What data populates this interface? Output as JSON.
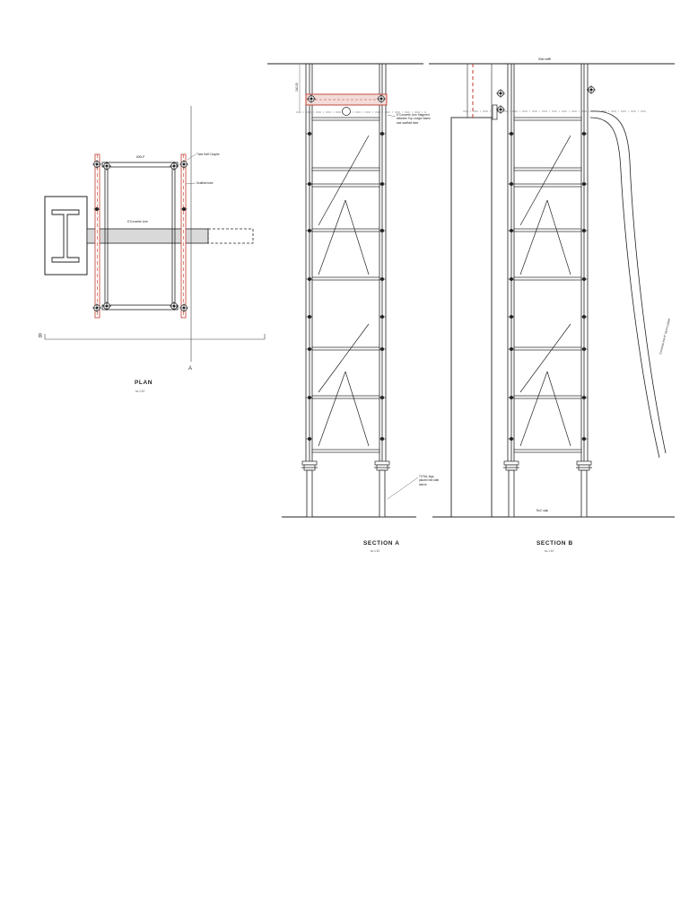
{
  "plan": {
    "title": "PLAN",
    "scale": "sc.1:10",
    "labels": {
      "top_member": "600LP",
      "coupler": "Tube Half Coupler",
      "scaffold_tube": "Scaffold tube",
      "concrete_line": "6\"Concrete Line"
    },
    "section_marks": {
      "a": "A",
      "b": "B"
    }
  },
  "section_a": {
    "title": "SECTION A",
    "scale": "sc.1:10",
    "labels": {
      "dim_top": "240.00",
      "concrete_note": "6\"Concrete Line Stagered between Top Ledger frame and scaffold tube",
      "legs_note": "TOTAL legs placed into slab above"
    }
  },
  "section_b": {
    "title": "SECTION B",
    "scale": "sc.1:10",
    "labels": {
      "slab_soffit": "Slab soffit",
      "rc_slab": "RoC slab",
      "pipe_note": "Concrete line 6\" cast in place"
    }
  },
  "colors": {
    "line": "#222222",
    "red": "#c0392b",
    "fill_grey": "#d9d9d9"
  }
}
